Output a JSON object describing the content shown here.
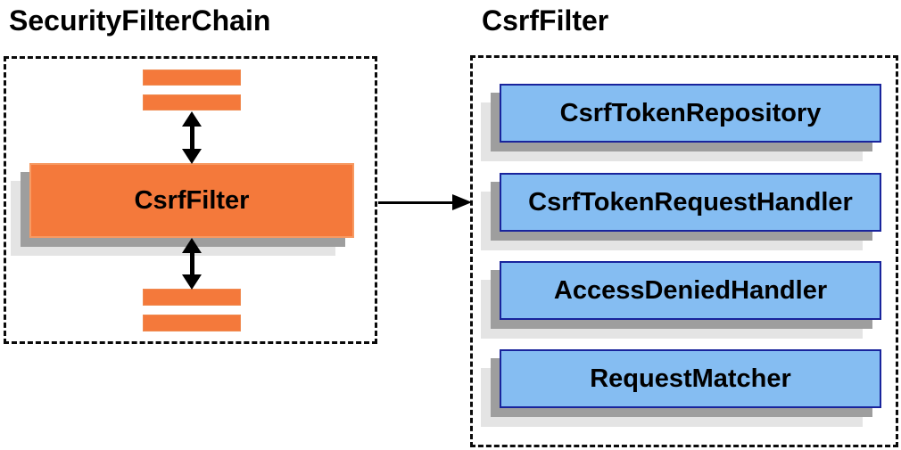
{
  "left_panel": {
    "title": "SecurityFilterChain",
    "csrf_filter_label": "CsrfFilter"
  },
  "right_panel": {
    "title": "CsrfFilter",
    "components": [
      "CsrfTokenRepository",
      "CsrfTokenRequestHandler",
      "AccessDeniedHandler",
      "RequestMatcher"
    ]
  },
  "colors": {
    "filter_orange": "#f4793b",
    "component_blue_fill": "#85bdf2",
    "component_blue_border": "#19249c",
    "shadow_dark": "#9e9e9e",
    "shadow_light": "#e4e4e4",
    "arrow_black": "#000000",
    "dashed_border": "#0a0a0a"
  }
}
